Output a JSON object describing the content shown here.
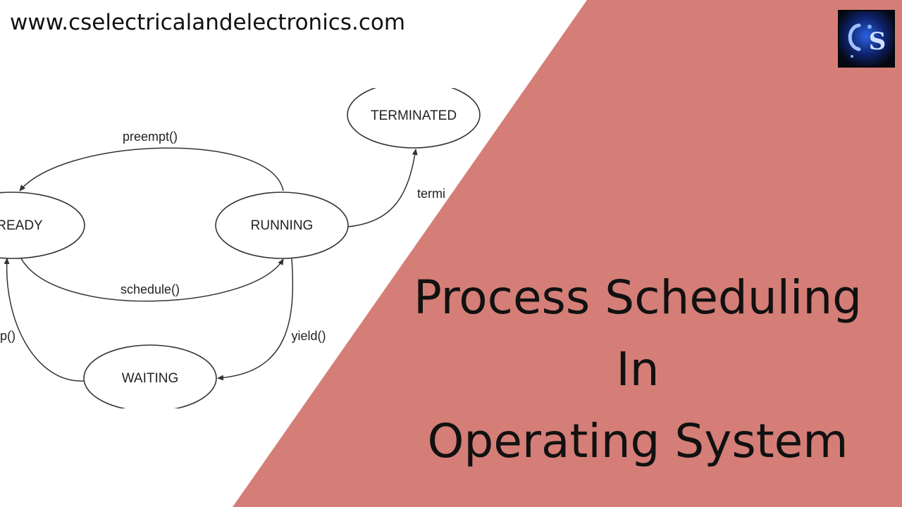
{
  "site_url": "www.cselectricalandelectronics.com",
  "logo": {
    "icon": "cs-logo-icon",
    "colors": [
      "#0a0f2a",
      "#1e5bd8",
      "#7fb3ff"
    ]
  },
  "title_lines": [
    "Process Scheduling",
    "In",
    "Operating System"
  ],
  "colors": {
    "panel": "#d47e77",
    "text": "#111111",
    "diagram_stroke": "#333333"
  },
  "diagram": {
    "states": {
      "ready": "READY",
      "running": "RUNNING",
      "waiting": "WAITING",
      "terminated": "TERMINATED"
    },
    "transitions": {
      "preempt": "preempt()",
      "schedule": "schedule()",
      "yield": "yield()",
      "wakeup": "p()",
      "terminate": "termi"
    }
  }
}
